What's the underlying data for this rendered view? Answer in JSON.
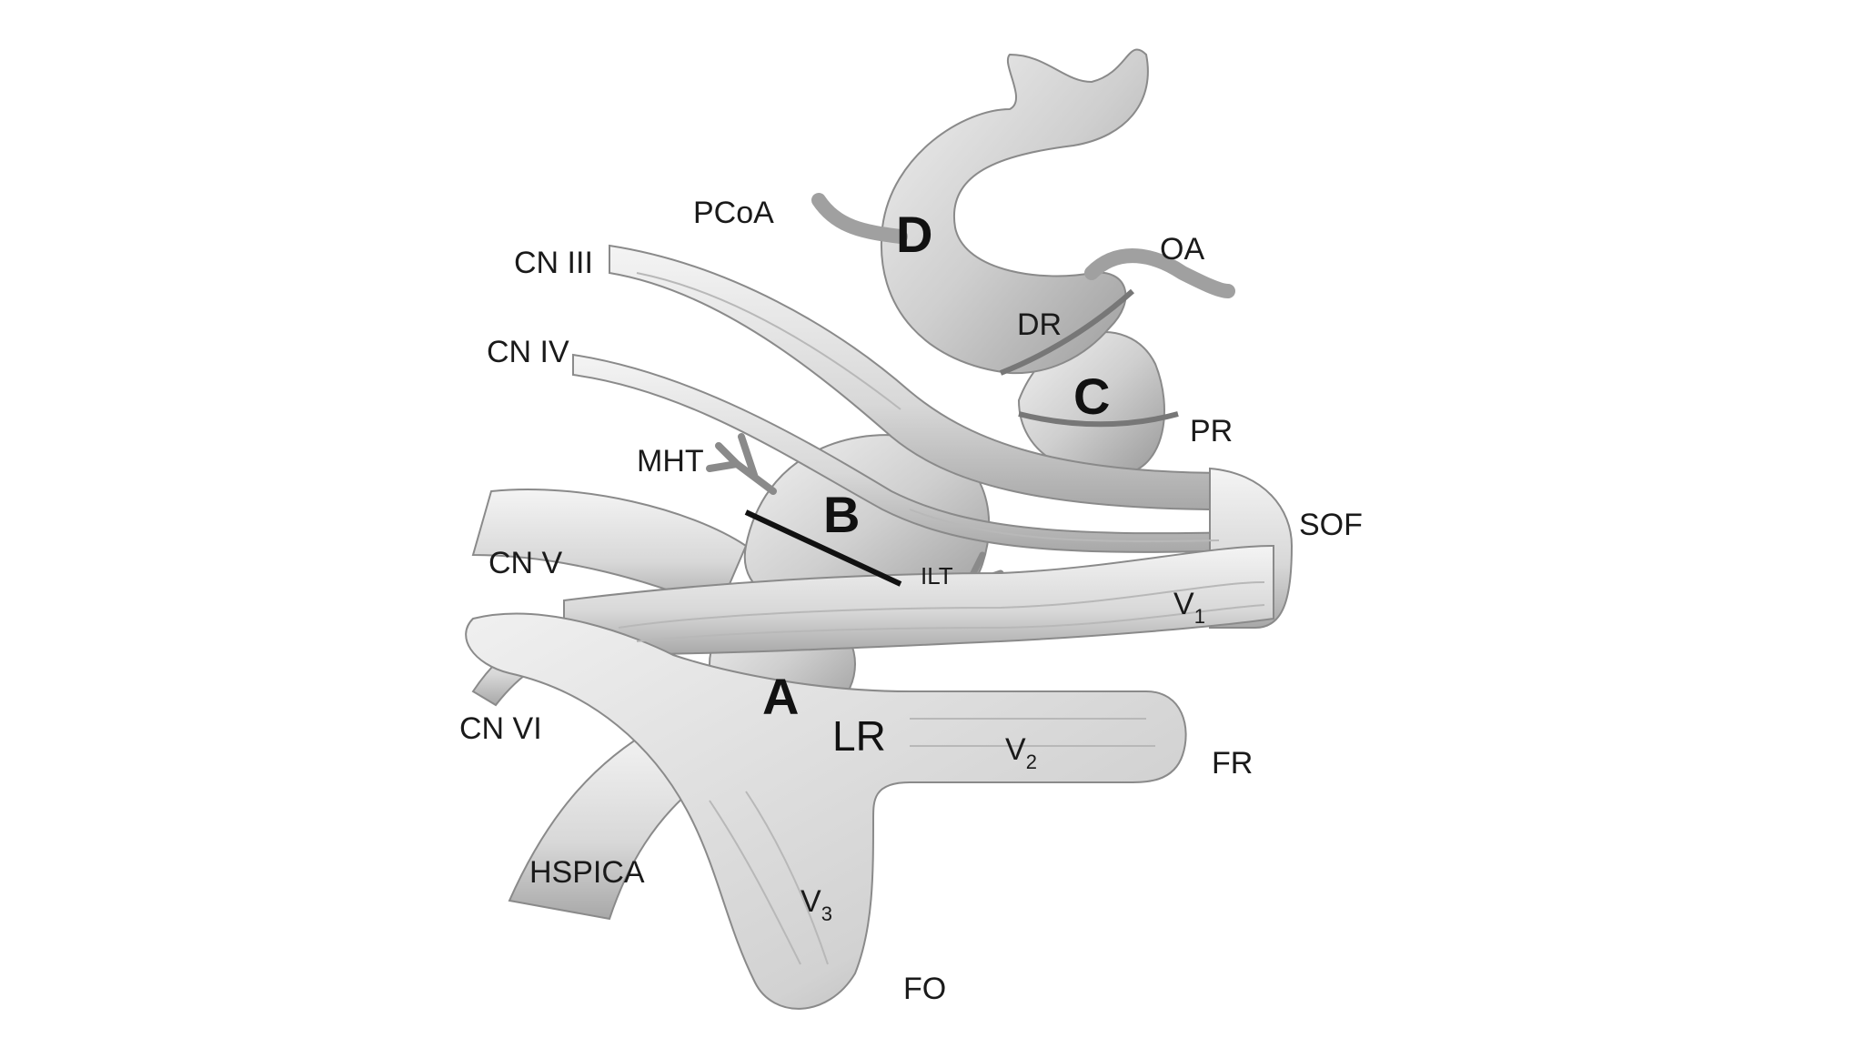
{
  "labels": {
    "pcoa": "PCoA",
    "oa": "OA",
    "cn3": "CN III",
    "cn4": "CN IV",
    "dr": "DR",
    "pr": "PR",
    "mht": "MHT",
    "sof": "SOF",
    "cn5": "CN V",
    "ilt": "ILT",
    "v1": "V",
    "v1_sub": "1",
    "cn6": "CN VI",
    "lr": "LR",
    "v2": "V",
    "v2_sub": "2",
    "fr": "FR",
    "hspica": "HSPICA",
    "v3": "V",
    "v3_sub": "3",
    "fo": "FO"
  },
  "segments": {
    "a": "A",
    "b": "B",
    "c": "C",
    "d": "D"
  }
}
